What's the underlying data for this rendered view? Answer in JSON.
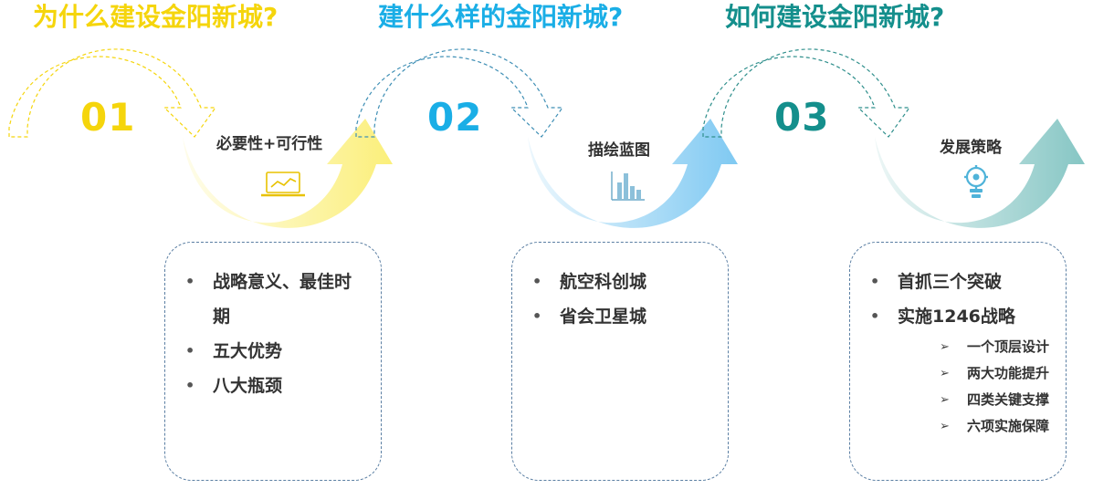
{
  "sections": [
    {
      "heading": "为什么建设金阳新城?",
      "number": "01",
      "label": "必要性+可行性",
      "icon": "laptop-chart-icon",
      "bullets": [
        "战略意义、最佳时期",
        "五大优势",
        "八大瓶颈"
      ],
      "sub_items": []
    },
    {
      "heading": "建什么样的金阳新城?",
      "number": "02",
      "label": "描绘蓝图",
      "icon": "bar-chart-icon",
      "bullets": [
        "航空科创城",
        "省会卫星城"
      ],
      "sub_items": []
    },
    {
      "heading": "如何建设金阳新城?",
      "number": "03",
      "label": "发展策略",
      "icon": "lightbulb-gear-icon",
      "bullets": [
        "首抓三个突破",
        "实施1246战略"
      ],
      "sub_items": [
        "一个顶层设计",
        "两大功能提升",
        "四类关键支撑",
        "六项实施保障"
      ]
    }
  ],
  "colors": {
    "section_1": "#f5d50c",
    "section_2": "#1aaee6",
    "section_3": "#148f8c",
    "arrow_1": "#fbef7a",
    "arrow_2": "#7fc9f2",
    "arrow_3": "#86c6c4",
    "card_border": "#5b7fa3"
  }
}
